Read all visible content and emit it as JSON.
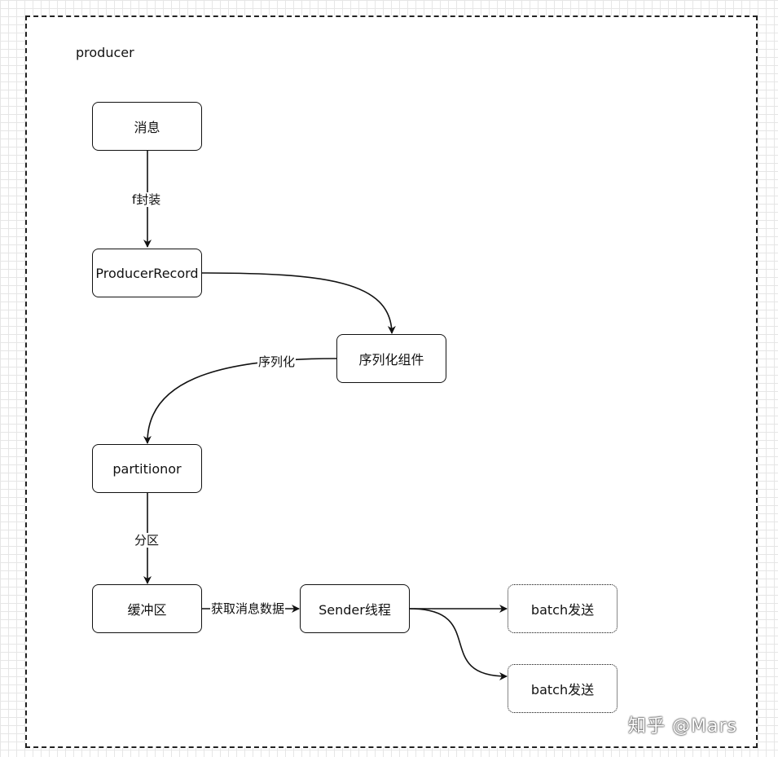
{
  "container": {
    "label": "producer"
  },
  "nodes": {
    "message": "消息",
    "producer_record": "ProducerRecord",
    "serializer": "序列化组件",
    "partitioner": "partitionor",
    "buffer": "缓冲区",
    "sender": "Sender线程",
    "batch_1": "batch发送",
    "batch_2": "batch发送"
  },
  "edges": {
    "wrap": "f封装",
    "serialize": "序列化",
    "partition": "分区",
    "fetch": "获取消息数据"
  },
  "watermark": "知乎 @Mars"
}
